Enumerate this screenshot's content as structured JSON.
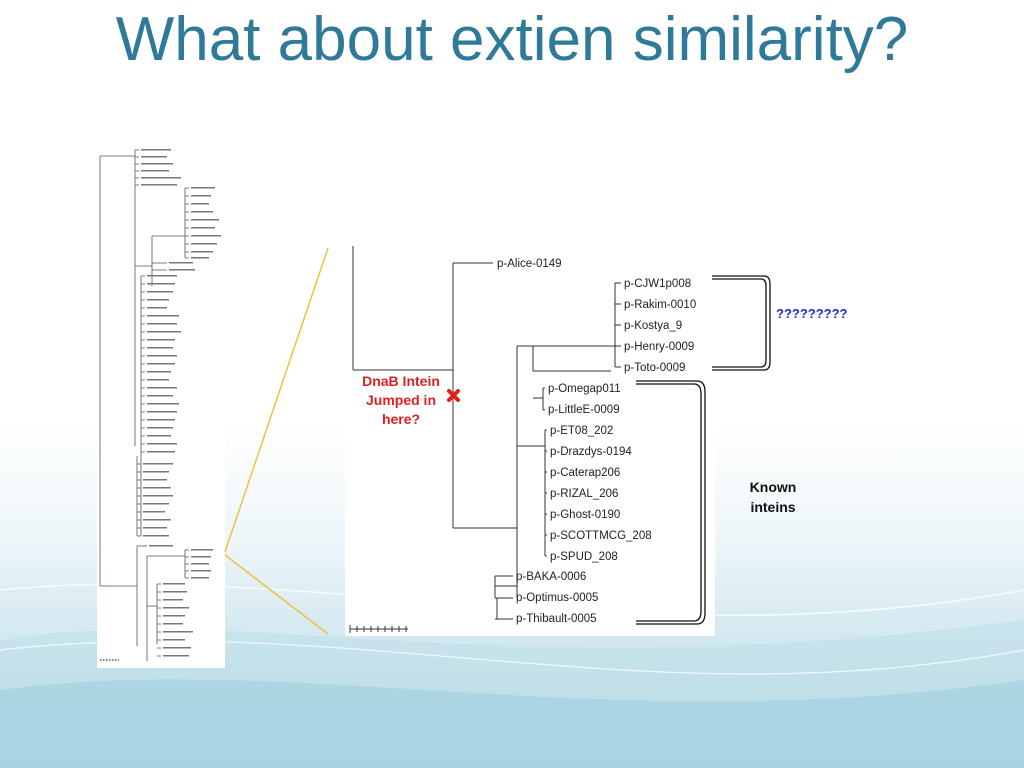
{
  "slide": {
    "title": "What about extien similarity?"
  },
  "tree": {
    "leaves": [
      "p-Alice-0149",
      "p-CJW1p008",
      "p-Rakim-0010",
      "p-Kostya_9",
      "p-Henry-0009",
      "p-Toto-0009",
      "p-Omegap011",
      "p-LittleE-0009",
      "p-ET08_202",
      "p-Drazdys-0194",
      "p-Caterap206",
      "p-RIZAL_206",
      "p-Ghost-0190",
      "p-SCOTTMCG_208",
      "p-SPUD_208",
      "p-BAKA-0006",
      "p-Optimus-0005",
      "p-Thibault-0005"
    ]
  },
  "annotations": {
    "jump_label": "DnaB Intein Jumped in here?",
    "unknown_group_label": "?????????",
    "known_group_label": "Known inteins"
  },
  "colors": {
    "title": "#2f7a99",
    "jump_label": "#e02020",
    "marker": "#e02020",
    "unknown_label": "#1f2bd8",
    "zoom_line": "#f0c040"
  }
}
